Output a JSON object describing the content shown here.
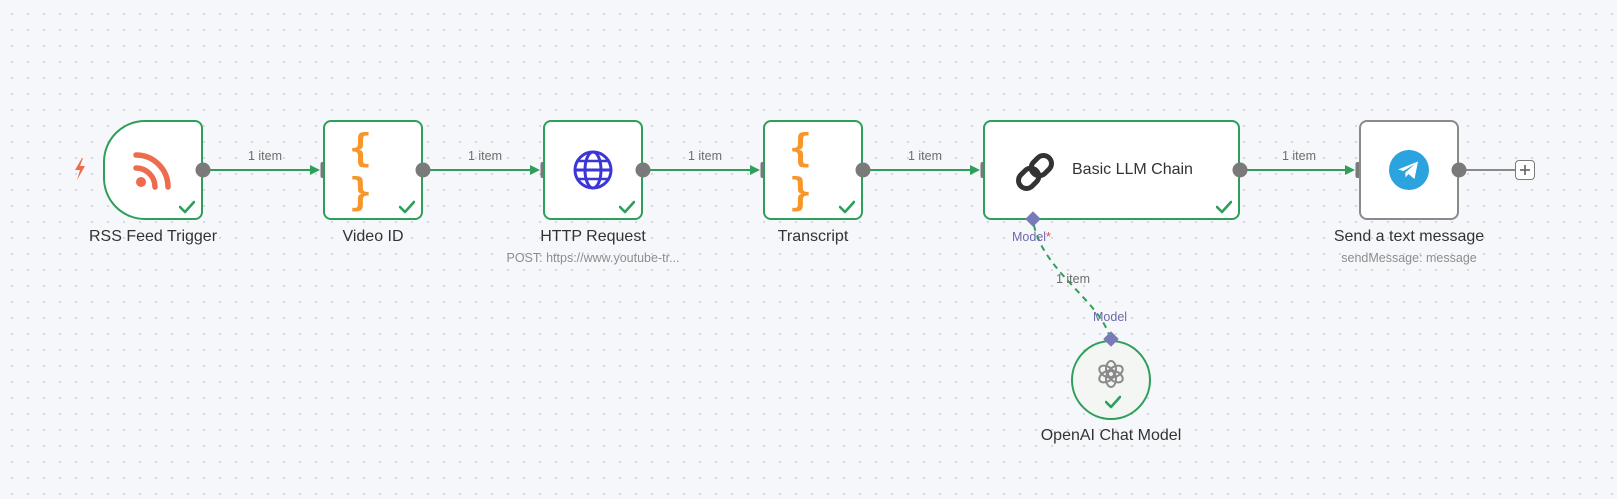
{
  "nodes": {
    "rss": {
      "label": "RSS Feed Trigger",
      "icon": "rss-icon",
      "color": "#ee6b4d"
    },
    "video_id": {
      "label": "Video ID",
      "icon": "code-braces-icon",
      "color": "#f7962b"
    },
    "http": {
      "label": "HTTP Request",
      "sublabel": "POST: https://www.youtube-tr...",
      "icon": "globe-icon",
      "color": "#3c36d6"
    },
    "transcript": {
      "label": "Transcript",
      "icon": "code-braces-icon",
      "color": "#f7962b"
    },
    "llm": {
      "label": "Basic LLM Chain",
      "icon": "chain-link-icon",
      "color": "#333333"
    },
    "telegram": {
      "label": "Send a text message",
      "sublabel": "sendMessage: message",
      "icon": "telegram-icon",
      "color": "#2aa3df"
    },
    "openai": {
      "label": "OpenAI Chat Model",
      "icon": "openai-icon",
      "color": "#8a8a8a"
    }
  },
  "edges": {
    "e1": "1 item",
    "e2": "1 item",
    "e3": "1 item",
    "e4": "1 item",
    "e5": "1 item",
    "e6": "1 item"
  },
  "ports": {
    "llm_model": "Model",
    "llm_model_required": "*",
    "openai_model": "Model"
  },
  "colors": {
    "success": "#2e9e5b",
    "handle": "#7a7a7a",
    "ai_port": "#7b7ab8",
    "trigger_bolt": "#ee6b4d"
  }
}
